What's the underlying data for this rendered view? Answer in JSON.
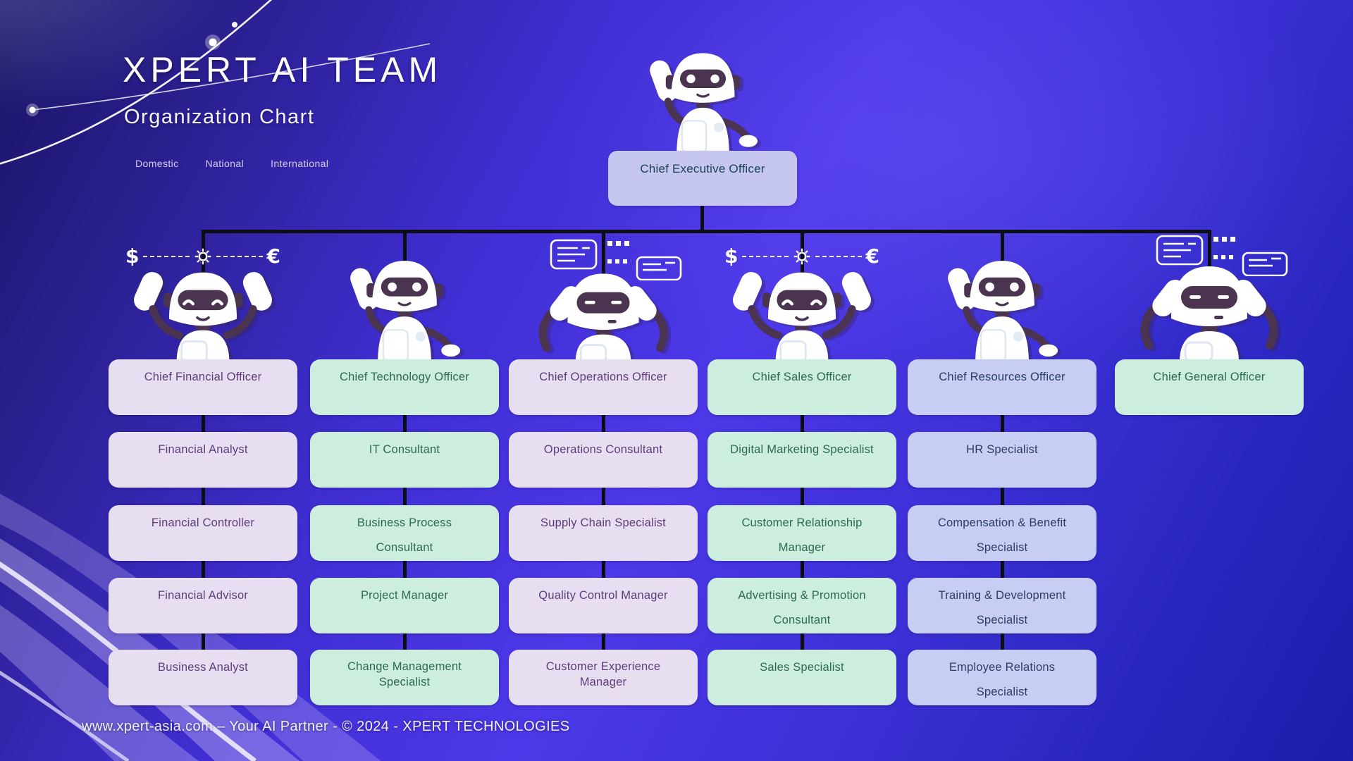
{
  "header": {
    "title": "XPERT AI TEAM",
    "subtitle": "Organization Chart",
    "legend": [
      "Domestic",
      "National",
      "International"
    ]
  },
  "ceo": {
    "label": "Chief Executive Officer"
  },
  "columns": [
    {
      "name": "financial",
      "theme": "lavender",
      "items": [
        "Chief Financial Officer",
        "Financial Analyst",
        "Financial Controller",
        "Financial Advisor",
        "Business Analyst"
      ]
    },
    {
      "name": "technology",
      "theme": "mint",
      "items": [
        "Chief Technology Officer",
        "IT Consultant",
        "Business Process Consultant",
        "Project Manager",
        "Change Management Specialist"
      ]
    },
    {
      "name": "operations",
      "theme": "lavender",
      "items": [
        "Chief Operations Officer",
        "Operations Consultant",
        "Supply Chain Specialist",
        "Quality Control Manager",
        "Customer Experience Manager"
      ]
    },
    {
      "name": "sales",
      "theme": "mint",
      "items": [
        "Chief Sales Officer",
        "Digital Marketing Specialist",
        "Customer Relationship Manager",
        "Advertising & Promotion Consultant",
        "Sales Specialist"
      ]
    },
    {
      "name": "resources",
      "theme": "periwinkle",
      "items": [
        "Chief Resources Officer",
        "HR Specialist",
        "Compensation & Benefit Specialist",
        "Training & Development Specialist",
        "Employee Relations Specialist"
      ]
    },
    {
      "name": "general",
      "theme": "mint",
      "items": [
        "Chief General Officer"
      ]
    }
  ],
  "decor": {
    "currency": {
      "dollar": "$",
      "euro": "€"
    }
  },
  "footer": {
    "text": "www.xpert-asia.com – Your AI Partner - © 2024 - XPERT TECHNOLOGIES"
  },
  "colors": {
    "background_dark": "#181463",
    "background_violet": "#4c38e8",
    "background_blue": "#1b1daa",
    "box_lavender": "#e7def1",
    "box_mint": "#cdeede",
    "box_periwinkle": "#c7cdf3",
    "box_ceo": "#c6c7f0",
    "text_lavender": "#5e3d79",
    "text_mint": "#2c6b4c",
    "text_periwinkle": "#2c3c66",
    "text_ceo": "#1c4257",
    "connector": "#0d0d15",
    "robot_body": "#ffffff",
    "robot_visor": "#4a3450"
  }
}
